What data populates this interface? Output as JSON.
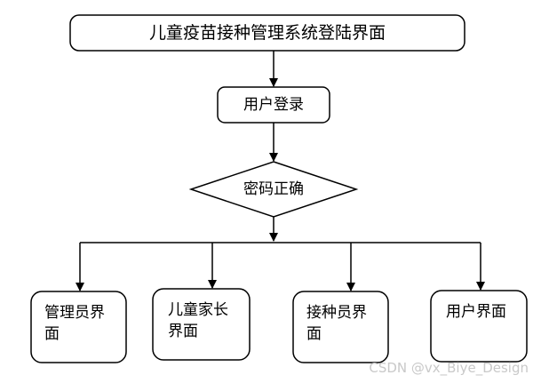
{
  "title": "儿童疫苗接种管理系统登陆界面",
  "login": "用户登录",
  "decision": "密码正确",
  "branches": [
    {
      "lines": [
        "管理员界",
        "面"
      ]
    },
    {
      "lines": [
        "儿童家长",
        "界面"
      ]
    },
    {
      "lines": [
        "接种员界",
        "面"
      ]
    },
    {
      "lines": [
        "用户界面"
      ]
    }
  ],
  "watermark": "CSDN @vx_Biye_Design"
}
